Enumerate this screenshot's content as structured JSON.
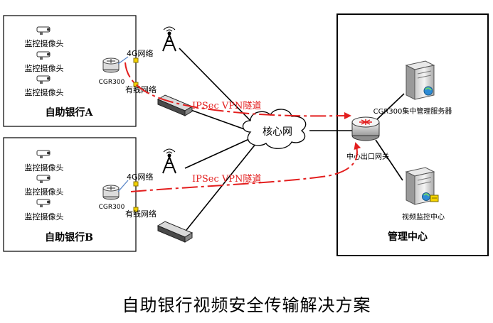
{
  "bank_a": {
    "name": "自助银行A",
    "cameras": [
      "监控摄像头",
      "监控摄像头",
      "监控摄像头"
    ],
    "router": "CGR300",
    "link_4g": "4G网络",
    "link_wired": "有线网络"
  },
  "bank_b": {
    "name": "自助银行B",
    "cameras": [
      "监控摄像头",
      "监控摄像头",
      "监控摄像头"
    ],
    "router": "CGR300",
    "link_4g": "4G网络",
    "link_wired": "有线网络"
  },
  "core_network": "核心网",
  "vpn_tunnel_a": "IPSec VPN隧道",
  "vpn_tunnel_b": "IPSec VPN隧道",
  "management": {
    "name": "管理中心",
    "server": "CGR300集中管理服务器",
    "video_center": "视频监控中心",
    "gateway": "中心出口网关"
  },
  "caption": "自助银行视频安全传输解决方案",
  "colors": {
    "vpn_line": "#e31e1e",
    "link_line": "#000000",
    "wireless_line": "#5a86c8",
    "box_border": "#000000"
  }
}
